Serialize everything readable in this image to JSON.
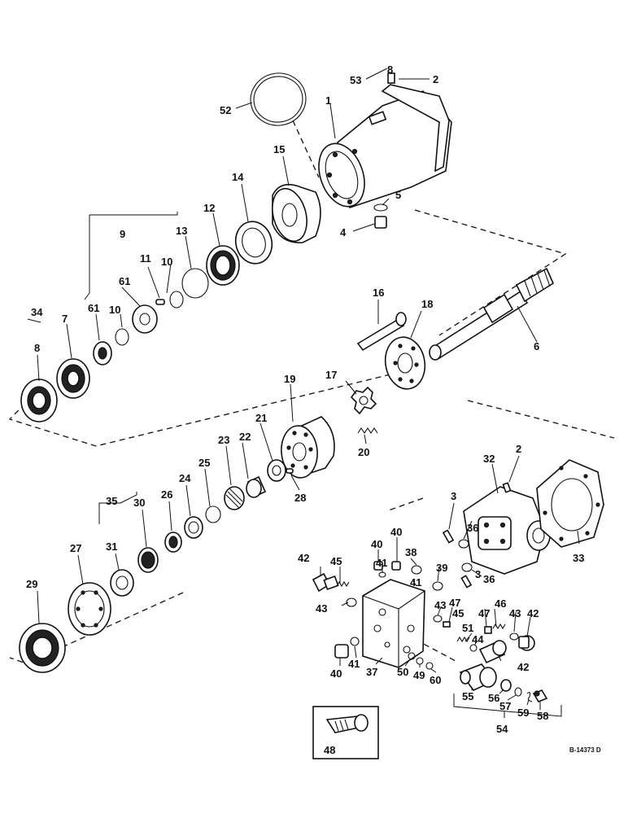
{
  "figure": {
    "reference_code": "B-14373 D",
    "colors": {
      "ink": "#111111",
      "paper": "#ffffff"
    }
  },
  "callouts": [
    {
      "id": "c53",
      "text": "53"
    },
    {
      "id": "c8a",
      "text": "8"
    },
    {
      "id": "c2a",
      "text": "2"
    },
    {
      "id": "c52",
      "text": "52"
    },
    {
      "id": "c1",
      "text": "1"
    },
    {
      "id": "c15",
      "text": "15"
    },
    {
      "id": "c14",
      "text": "14"
    },
    {
      "id": "c5",
      "text": "5"
    },
    {
      "id": "c4",
      "text": "4"
    },
    {
      "id": "c12",
      "text": "12"
    },
    {
      "id": "c13",
      "text": "13"
    },
    {
      "id": "c9",
      "text": "9"
    },
    {
      "id": "c11",
      "text": "11"
    },
    {
      "id": "c10a",
      "text": "10"
    },
    {
      "id": "c61a",
      "text": "61"
    },
    {
      "id": "c10b",
      "text": "10"
    },
    {
      "id": "c61b",
      "text": "61"
    },
    {
      "id": "c34",
      "text": "34"
    },
    {
      "id": "c7",
      "text": "7"
    },
    {
      "id": "c8b",
      "text": "8"
    },
    {
      "id": "c16",
      "text": "16"
    },
    {
      "id": "c18",
      "text": "18"
    },
    {
      "id": "c6",
      "text": "6"
    },
    {
      "id": "c17",
      "text": "17"
    },
    {
      "id": "c19",
      "text": "19"
    },
    {
      "id": "c20",
      "text": "20"
    },
    {
      "id": "c21",
      "text": "21"
    },
    {
      "id": "c22",
      "text": "22"
    },
    {
      "id": "c23",
      "text": "23"
    },
    {
      "id": "c25",
      "text": "25"
    },
    {
      "id": "c24",
      "text": "24"
    },
    {
      "id": "c26",
      "text": "26"
    },
    {
      "id": "c28",
      "text": "28"
    },
    {
      "id": "c35",
      "text": "35"
    },
    {
      "id": "c30",
      "text": "30"
    },
    {
      "id": "c31",
      "text": "31"
    },
    {
      "id": "c27",
      "text": "27"
    },
    {
      "id": "c29",
      "text": "29"
    },
    {
      "id": "c32",
      "text": "32"
    },
    {
      "id": "c2b",
      "text": "2"
    },
    {
      "id": "c3a",
      "text": "3"
    },
    {
      "id": "c33",
      "text": "33"
    },
    {
      "id": "c36a",
      "text": "36"
    },
    {
      "id": "c40a",
      "text": "40"
    },
    {
      "id": "c40b",
      "text": "40"
    },
    {
      "id": "c38",
      "text": "38"
    },
    {
      "id": "c41a",
      "text": "41"
    },
    {
      "id": "c42a",
      "text": "42"
    },
    {
      "id": "c45a",
      "text": "45"
    },
    {
      "id": "c39",
      "text": "39"
    },
    {
      "id": "c41b",
      "text": "41"
    },
    {
      "id": "c36b",
      "text": "36"
    },
    {
      "id": "c3b",
      "text": "3"
    },
    {
      "id": "c43a",
      "text": "43"
    },
    {
      "id": "c47a",
      "text": "47"
    },
    {
      "id": "c43b",
      "text": "43"
    },
    {
      "id": "c45b",
      "text": "45"
    },
    {
      "id": "c47b",
      "text": "47"
    },
    {
      "id": "c46",
      "text": "46"
    },
    {
      "id": "c43c",
      "text": "43"
    },
    {
      "id": "c42b",
      "text": "42"
    },
    {
      "id": "c51",
      "text": "51"
    },
    {
      "id": "c44",
      "text": "44"
    },
    {
      "id": "c42c",
      "text": "42"
    },
    {
      "id": "c40c",
      "text": "40"
    },
    {
      "id": "c41c",
      "text": "41"
    },
    {
      "id": "c37",
      "text": "37"
    },
    {
      "id": "c50",
      "text": "50"
    },
    {
      "id": "c49",
      "text": "49"
    },
    {
      "id": "c60",
      "text": "60"
    },
    {
      "id": "c55",
      "text": "55"
    },
    {
      "id": "c56",
      "text": "56"
    },
    {
      "id": "c57",
      "text": "57"
    },
    {
      "id": "c59",
      "text": "59"
    },
    {
      "id": "c58",
      "text": "58"
    },
    {
      "id": "c54",
      "text": "54"
    },
    {
      "id": "c48",
      "text": "48"
    }
  ]
}
